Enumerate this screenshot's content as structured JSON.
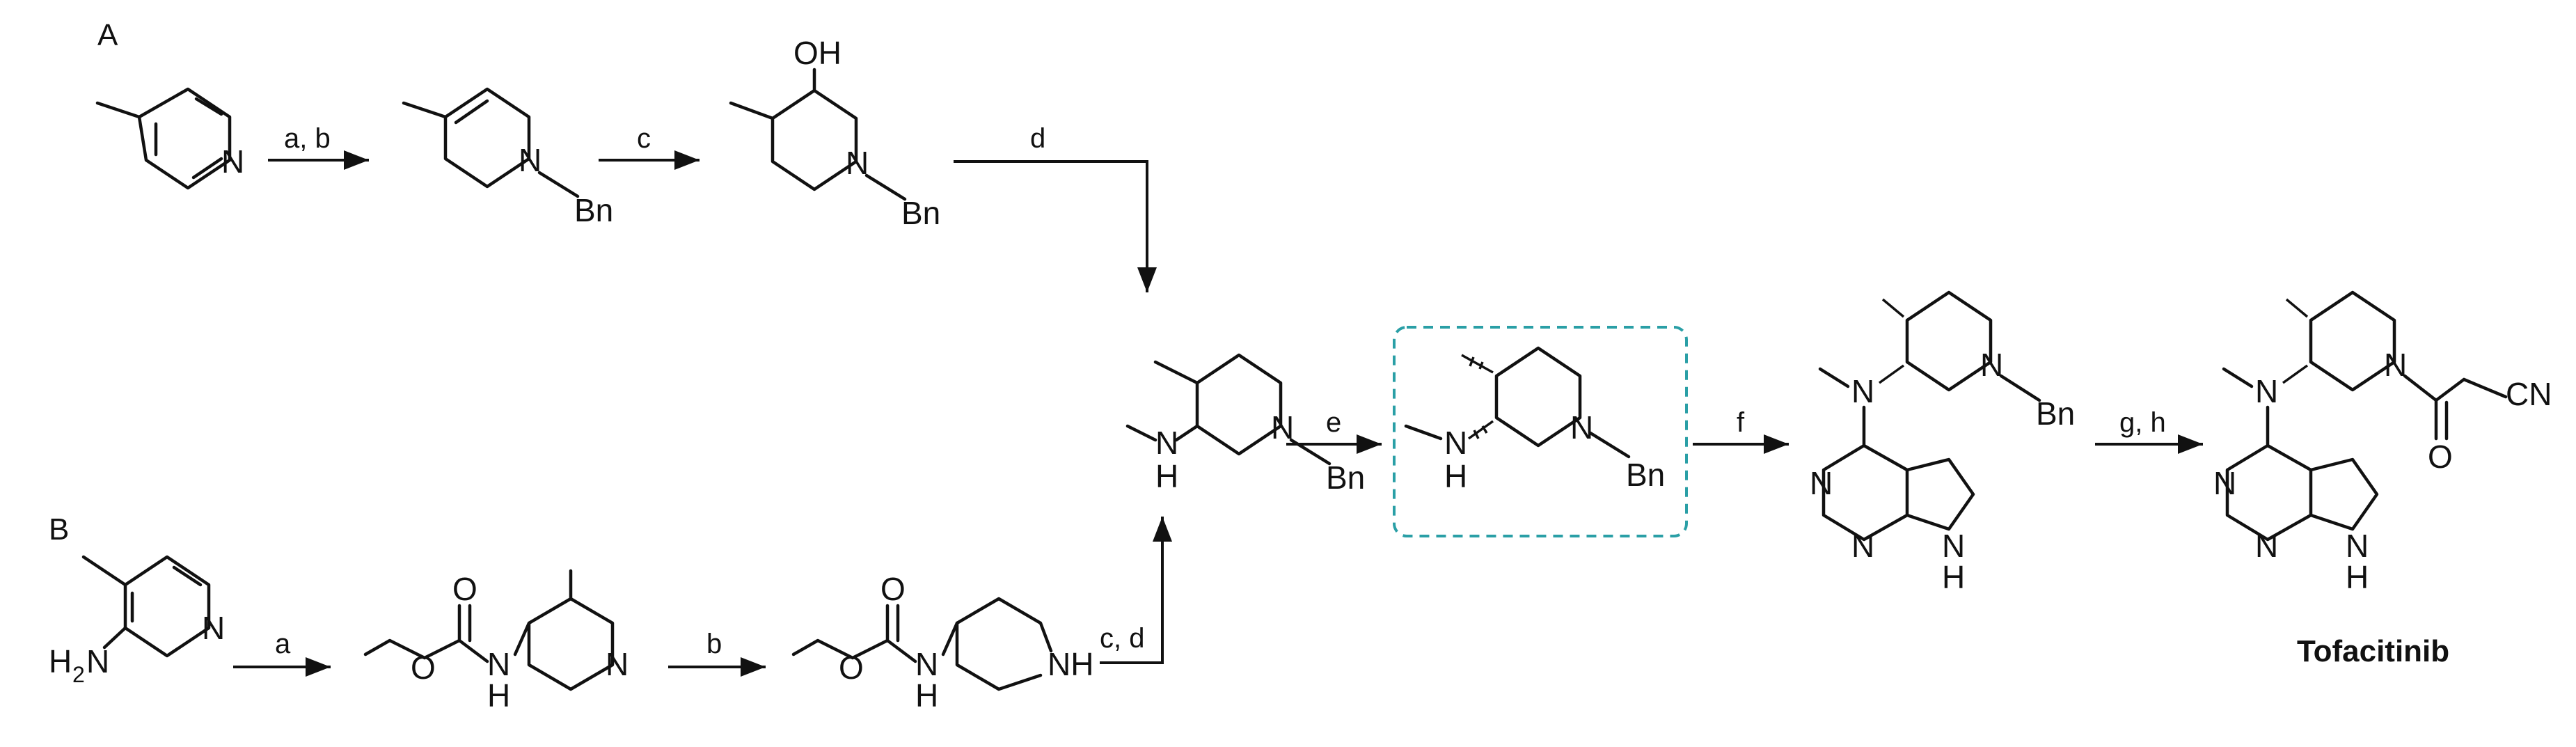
{
  "panels": {
    "a": "A",
    "b": "B"
  },
  "atoms": {
    "n": "N",
    "nh": "NH",
    "h": "H",
    "oh": "OH",
    "o": "O",
    "bn": "Bn",
    "cn": "CN",
    "h2n": "H",
    "h2n_sub": "2",
    "h2n_n": "N"
  },
  "reagents": {
    "a_b": "a, b",
    "c": "c",
    "d": "d",
    "e": "e",
    "f": "f",
    "g_h": "g, h",
    "b_a": "a",
    "b_b": "b",
    "b_cd": "c, d"
  },
  "final_product": "Tofacitinib",
  "highlight_color": "#2a9fa6"
}
